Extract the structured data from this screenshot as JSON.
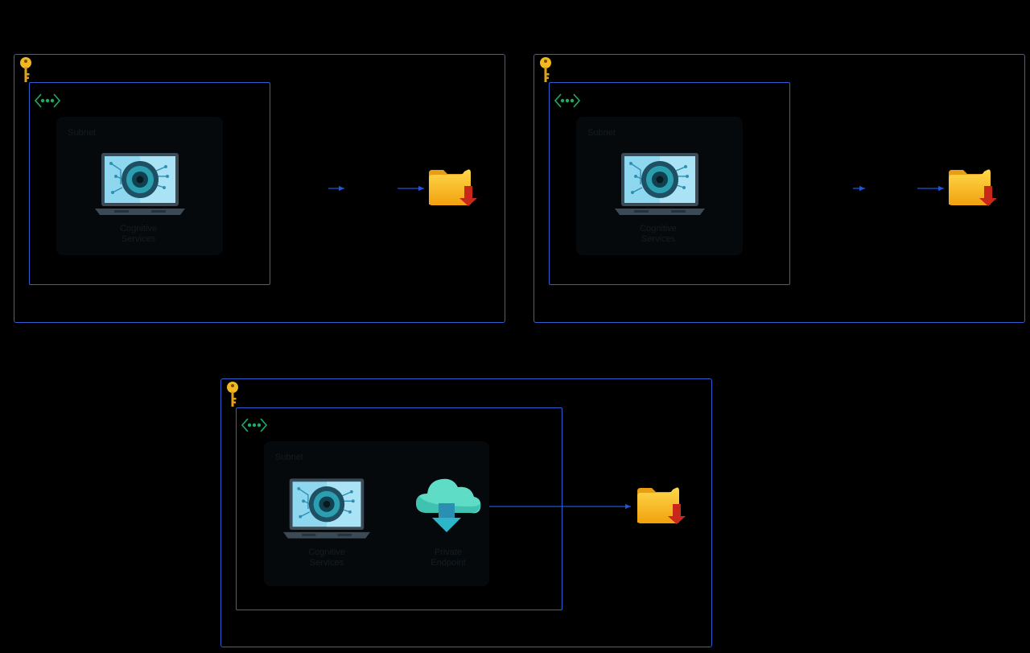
{
  "diagram": {
    "groups": [
      {
        "subscription_label": "",
        "vnet_label": "",
        "subnet_label": "Subnet",
        "nodes": [
          {
            "icon": "computer-vision-laptop-icon",
            "label": "Cognitive\nServices"
          },
          {
            "icon": "storage-folder-download-icon",
            "label": ""
          }
        ]
      },
      {
        "subscription_label": "",
        "vnet_label": "",
        "subnet_label": "Subnet",
        "nodes": [
          {
            "icon": "computer-vision-laptop-icon",
            "label": "Cognitive\nServices"
          },
          {
            "icon": "storage-folder-download-icon",
            "label": ""
          }
        ]
      },
      {
        "subscription_label": "",
        "vnet_label": "",
        "subnet_label": "Subnet",
        "nodes": [
          {
            "icon": "computer-vision-laptop-icon",
            "label": "Cognitive\nServices"
          },
          {
            "icon": "cloud-download-icon",
            "label": "Private\nEndpoint"
          },
          {
            "icon": "storage-folder-download-icon",
            "label": ""
          }
        ]
      }
    ],
    "colors": {
      "background": "#000000",
      "border": "#2f5fd0",
      "arrow": "#1f55d8",
      "key": "#f2b824",
      "vnet_icon": "#1cae62"
    }
  }
}
